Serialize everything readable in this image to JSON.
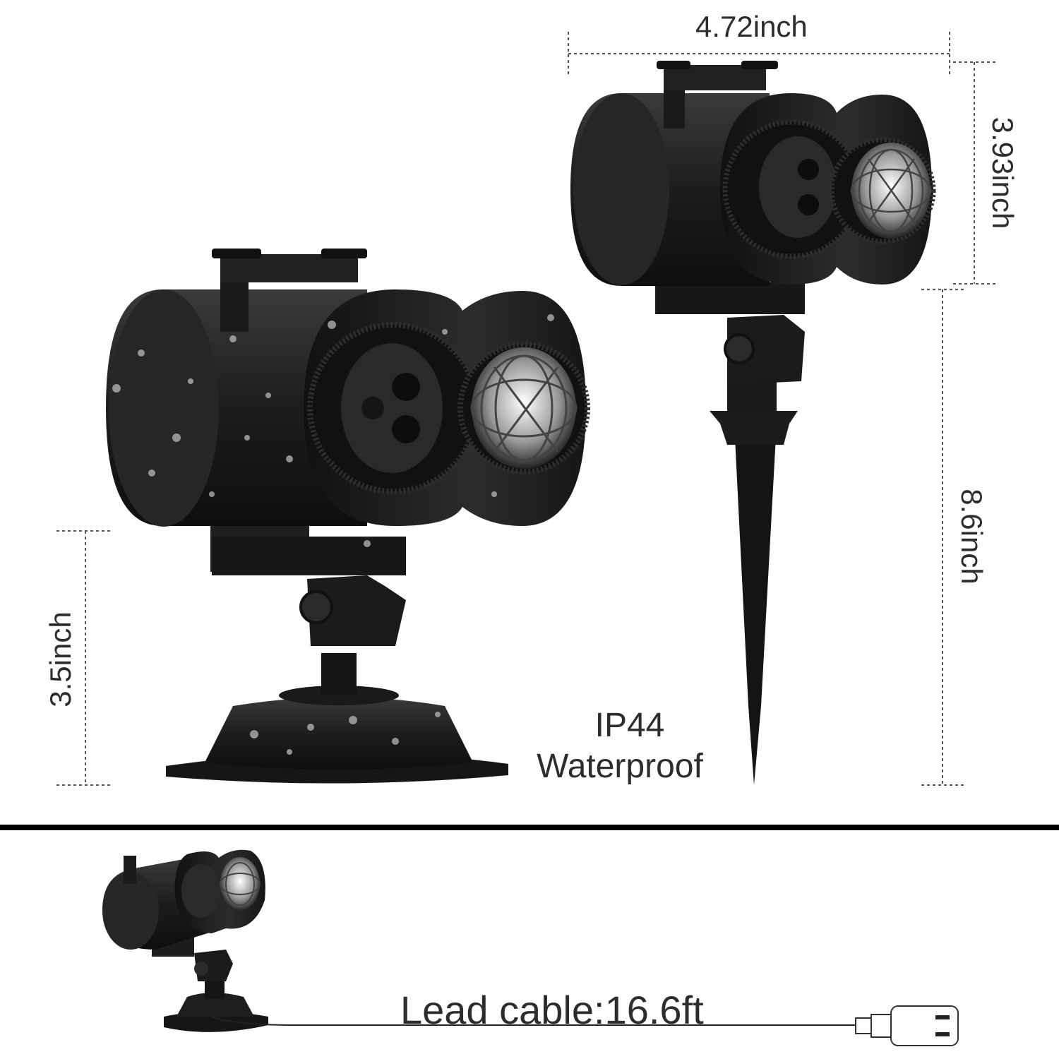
{
  "dimensions": {
    "width_label": "4.72inch",
    "head_height_label": "3.93inch",
    "total_height_label": "8.6inch",
    "base_height_label": "3.5inch"
  },
  "feature": {
    "rating": "IP44",
    "rating_text": "Waterproof"
  },
  "cable": {
    "label": "Lead cable:16.6ft"
  },
  "colors": {
    "product": "#1c1c1c",
    "text": "#2d2d2d",
    "divider": "#000000"
  }
}
